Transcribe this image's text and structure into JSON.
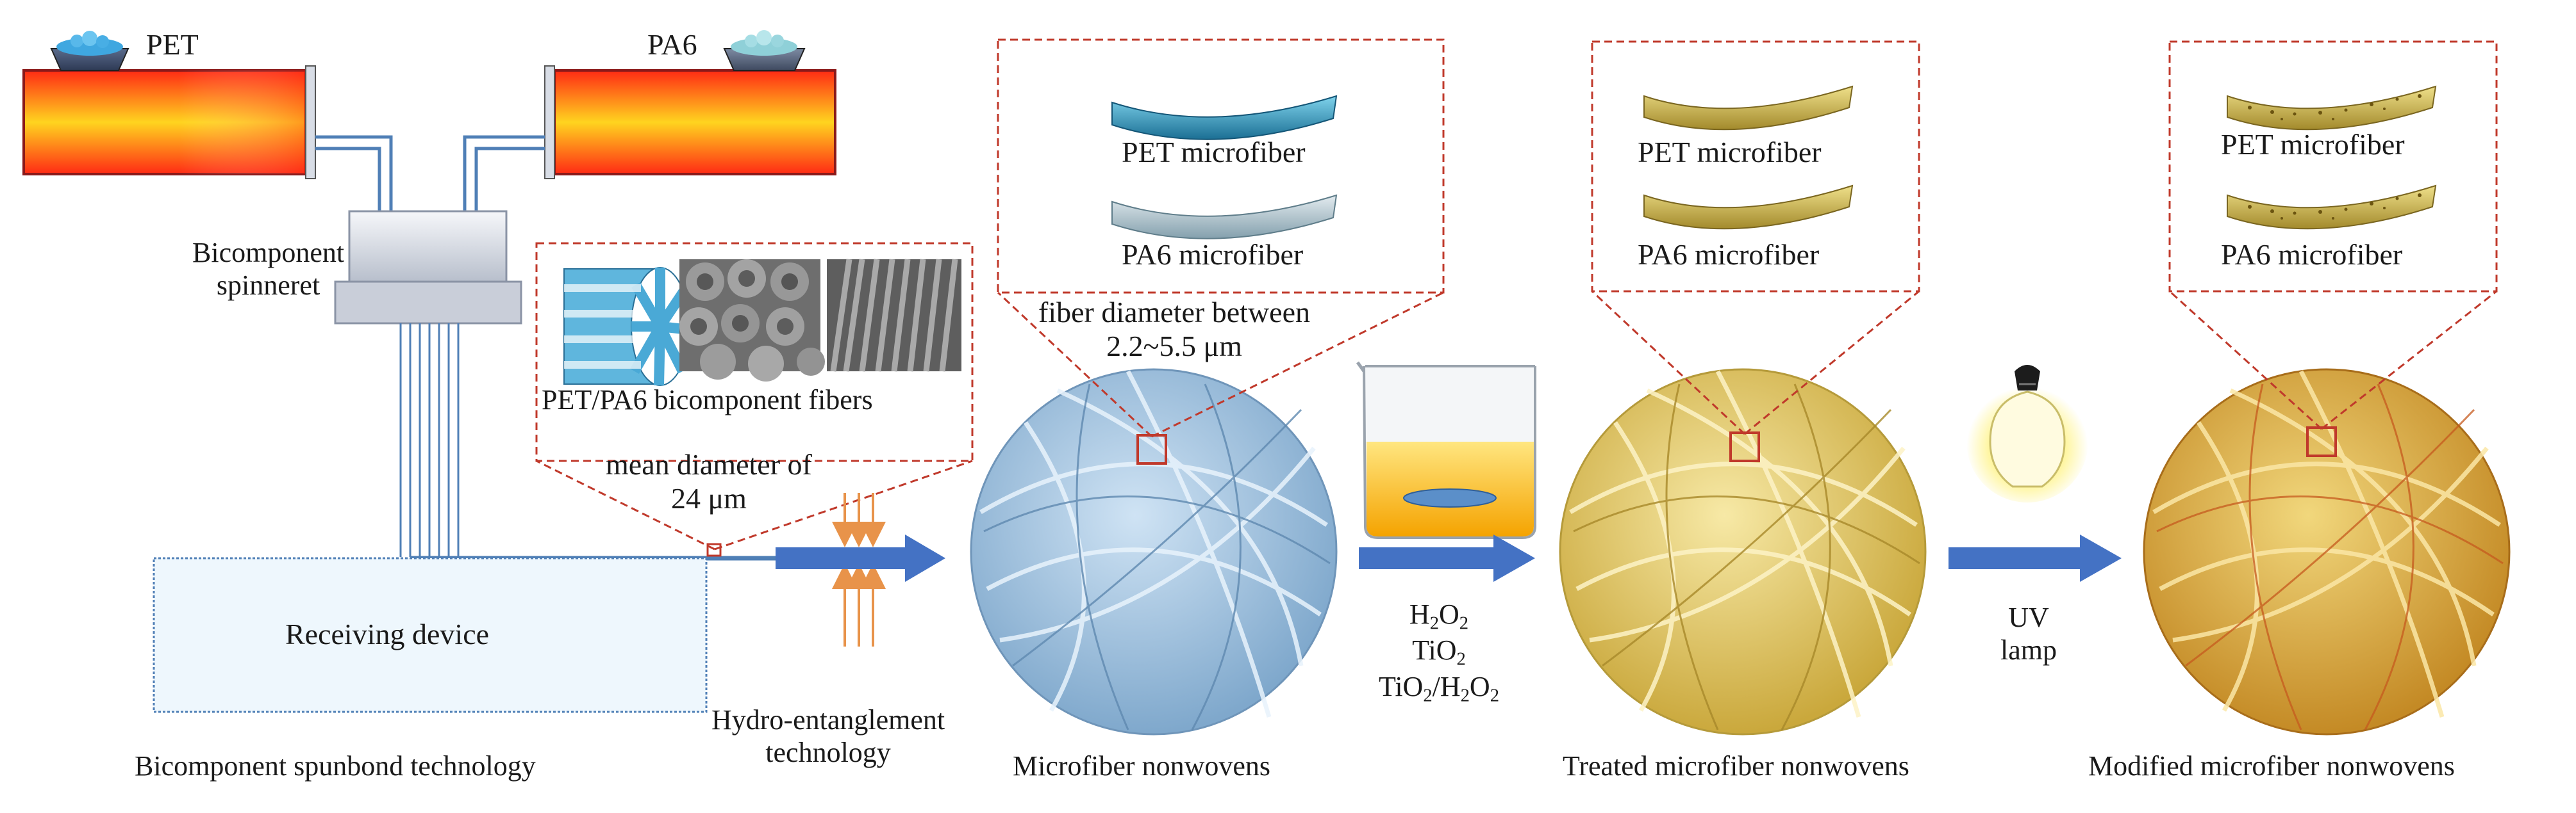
{
  "materials": {
    "pet": "PET",
    "pa6": "PA6"
  },
  "spinneret": {
    "line1": "Bicomponent",
    "line2": "spinneret"
  },
  "receiving_device": "Receiving device",
  "bicomponent_fibers": {
    "caption": "PET/PA6 bicomponent fibers",
    "diameter_line1": "mean diameter of",
    "diameter_line2": "24 μm"
  },
  "microfiber_callout": {
    "pet_label": "PET microfiber",
    "pa6_label": "PA6 microfiber",
    "diameter_line1": "fiber diameter between",
    "diameter_line2": "2.2~5.5 μm"
  },
  "treatments": {
    "chemicals": [
      {
        "base": "H",
        "sub": "2",
        "rest": "O",
        "sub2": "2"
      },
      {
        "base": "TiO",
        "sub": "2",
        "rest": "",
        "sub2": ""
      },
      {
        "base": "TiO",
        "sub": "2",
        "rest": "/H",
        "sub2": "2",
        "tail": "O",
        "sub3": "2"
      }
    ],
    "uv_line1": "UV",
    "uv_line2": "lamp"
  },
  "treated_callout": {
    "pet_label": "PET microfiber",
    "pa6_label": "PA6 microfiber"
  },
  "modified_callout": {
    "pet_label": "PET microfiber",
    "pa6_label": "PA6 microfiber"
  },
  "stage_labels": {
    "spunbond": "Bicomponent  spunbond  technology",
    "hydro_line1": "Hydro-entanglement",
    "hydro_line2": "technology",
    "microfiber": "Microfiber  nonwovens",
    "treated": "Treated  microfiber  nonwovens",
    "modified": "Modified  microfiber  nonwovens"
  },
  "colors": {
    "arrow_blue": "#4472c4",
    "callout_red": "#c0392b",
    "nonwoven_blue": "#a9c9e6",
    "nonwoven_yellow": "#e6cf6e",
    "water_orange": "#e8934a",
    "pipe_blue": "#4f7fb6"
  }
}
